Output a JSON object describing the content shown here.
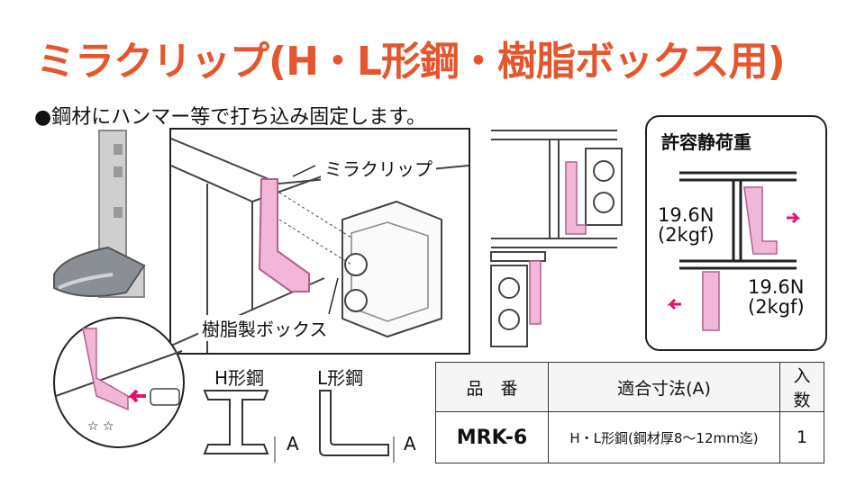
{
  "title": "ミラクリップ(H・L形鋼・樹脂ボックス用)",
  "subtitle": "●鋼材にハンマー等で打ち込み固定します。",
  "callouts": {
    "clip": "ミラクリップ",
    "box": "樹脂製ボックス"
  },
  "load_panel": {
    "title": "許容静荷重",
    "load_top": [
      "19.6N",
      "(2kgf)"
    ],
    "load_bottom": [
      "19.6N",
      "(2kgf)"
    ]
  },
  "profiles": {
    "h_label": "H形鋼",
    "l_label": "L形鋼",
    "dim_label": "A"
  },
  "spec_table": {
    "headers": [
      "品　番",
      "適合寸法(A)",
      "入数"
    ],
    "row": [
      "MRK-6",
      "H・L形鋼(鋼材厚8～12mm迄)",
      "1"
    ]
  },
  "colors": {
    "title": "#e4572e",
    "clip_pink": "#f2b6d8",
    "arrow_magenta": "#e0146e"
  },
  "icons": [
    "arrow-right-icon",
    "arrow-left-icon",
    "press-arrow-icon"
  ]
}
